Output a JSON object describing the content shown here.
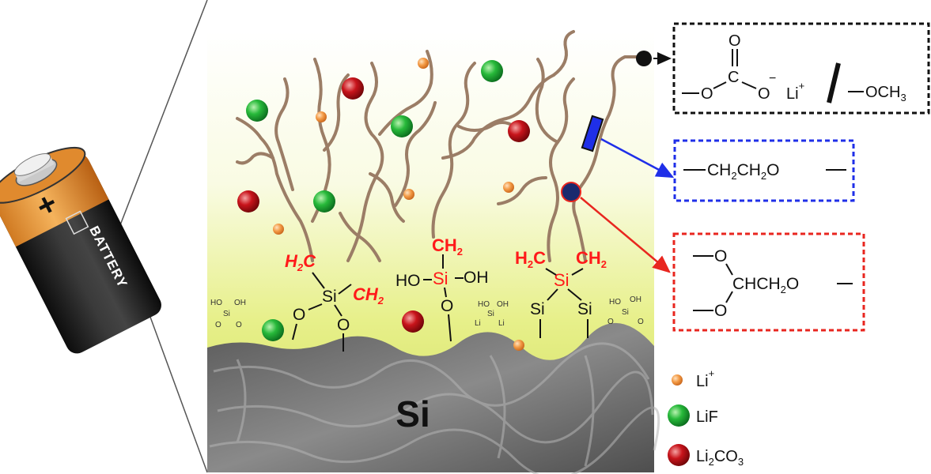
{
  "battery": {
    "plus": "+",
    "label": "BATTERY"
  },
  "surface": {
    "substrate": "Si",
    "anchors": {
      "left": {
        "h2c": "H",
        "h2c_sub": "2",
        "h2c_c": "C",
        "ch2": "CH",
        "ch2_sub": "2",
        "si": "Si",
        "o1": "O",
        "o2": "O"
      },
      "middle": {
        "ch2": "CH",
        "ch2_sub": "2",
        "si": "Si",
        "ho": "HO",
        "oh": "OH",
        "o": "O"
      },
      "right": {
        "h2c": "H",
        "h2c_sub": "2",
        "h2c_c": "C",
        "ch2": "CH",
        "ch2_sub": "2",
        "si": "Si",
        "si_l": "Si",
        "si_r": "Si"
      },
      "minor": {
        "ho": "HO",
        "oh": "OH",
        "si": "Si",
        "o": "O",
        "li": "Li"
      }
    }
  },
  "structures": {
    "carbonate": {
      "o_left": "O",
      "c": "C",
      "o_top": "O",
      "o_right": "O",
      "minus": "−",
      "li": "Li",
      "plus": "+",
      "methoxy": "OCH",
      "methoxy_sub": "3"
    },
    "ether": {
      "ch1": "CH",
      "sub1": "2",
      "ch2": "CH",
      "sub2": "2",
      "o": "O"
    },
    "branch": {
      "o_top": "O",
      "o_bottom": "O",
      "chain": "CHCH",
      "chain_sub": "2",
      "o_end": "O"
    }
  },
  "legend": [
    {
      "label": "Li",
      "sup": "+",
      "color": "#f39a45"
    },
    {
      "label": "LiF",
      "color": "#1fa83a"
    },
    {
      "label": "Li",
      "sub": "2",
      "label2": "CO",
      "sub2": "3",
      "color": "#c4141a"
    }
  ],
  "colors": {
    "anchor_text": "#ff1a1a",
    "polymer": "#9b7d66",
    "carbonate_box": "#111111",
    "ether_box": "#1f2fe8",
    "branch_box": "#e8261f"
  }
}
